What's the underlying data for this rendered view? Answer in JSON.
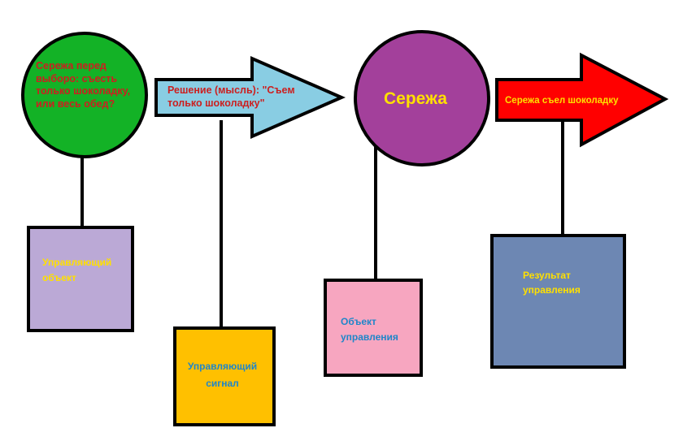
{
  "nodes": {
    "circle_green": {
      "text": "Сережа перед\nвыборо: съесть\nтолько шоколадку,\nили весь обед?",
      "fill": "#13b226",
      "text_color": "#cc1f1f"
    },
    "arrow_blue": {
      "text": "Решение (мысль): \"Съем\nтолько шоколадку\"",
      "fill": "#89cde3",
      "text_color": "#cc1f1f"
    },
    "circle_purple": {
      "text": "Сережа",
      "fill": "#a3409b",
      "text_color": "#ffe000"
    },
    "arrow_red": {
      "text": "Сережа съел шоколадку",
      "fill": "#ff0000",
      "text_color": "#ffe000"
    },
    "box_lavender": {
      "text": "Управляющий\nобъект",
      "fill": "#bba9d6",
      "text_color": "#ffe000"
    },
    "box_orange": {
      "text": "Управляющий\nсигнал",
      "fill": "#ffc000",
      "text_color": "#1f86c9"
    },
    "box_pink": {
      "text": "Объект\nуправления",
      "fill": "#f7a6c0",
      "text_color": "#1f86c9"
    },
    "box_blue": {
      "text": "Результат\nуправления",
      "fill": "#6d87b3",
      "text_color": "#ffe000"
    }
  },
  "colors": {
    "outline": "#000000",
    "background": "#ffffff"
  }
}
